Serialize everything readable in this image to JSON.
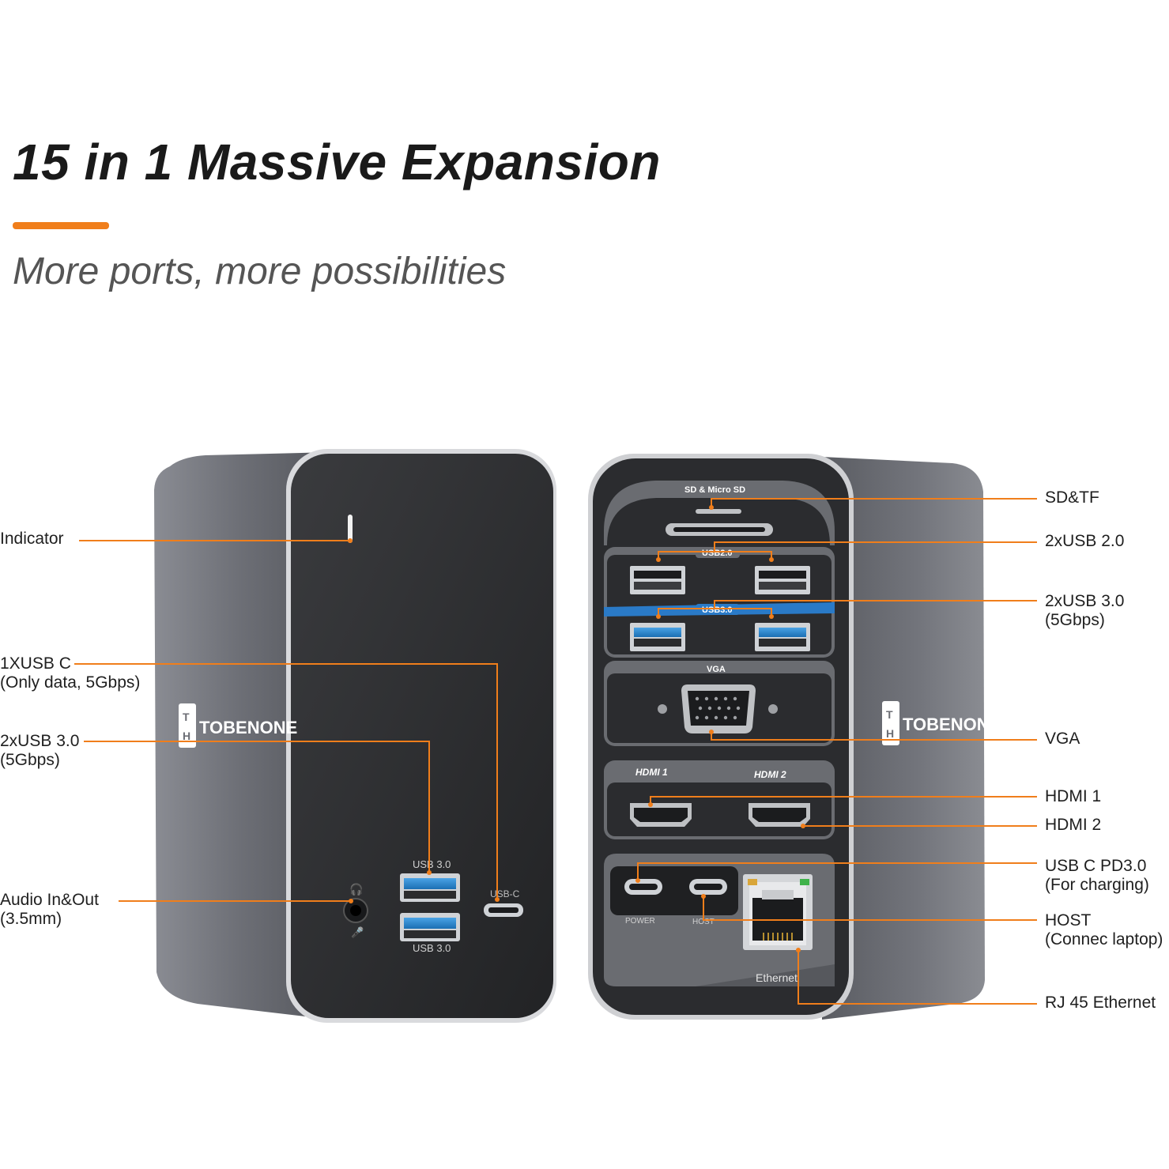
{
  "header": {
    "title": "15 in 1 Massive Expansion",
    "subtitle": "More ports, more possibilities"
  },
  "colors": {
    "accent": "#F07E1B",
    "body_gray": "#6E7077",
    "panel_dark": "#2A2B2E"
  },
  "brand": {
    "logo_text": "TOBENONE"
  },
  "device_left": {
    "usb_top_label": "USB 3.0",
    "usb_bottom_label": "USB 3.0",
    "usbc_label": "USB-C"
  },
  "device_right": {
    "sd_label": "SD & Micro SD",
    "usb2_label": "USB2.0",
    "usb3_label": "USB3.0",
    "vga_label": "VGA",
    "hdmi1_label": "HDMI 1",
    "hdmi2_label": "HDMI 2",
    "power_label": "POWER",
    "host_label": "HOST",
    "ethernet_label": "Ethernet"
  },
  "callouts_left": {
    "indicator": "Indicator",
    "usbc_line1": "1XUSB C",
    "usbc_line2": "(Only data, 5Gbps)",
    "usb3_line1": "2xUSB 3.0",
    "usb3_line2": "(5Gbps)",
    "audio_line1": "Audio In&Out",
    "audio_line2": "(3.5mm)"
  },
  "callouts_right": {
    "sdtf": "SD&TF",
    "usb2": "2xUSB 2.0",
    "usb3_line1": "2xUSB 3.0",
    "usb3_line2": "(5Gbps)",
    "vga": "VGA",
    "hdmi1": "HDMI 1",
    "hdmi2": "HDMI 2",
    "pd_line1": "USB C PD3.0",
    "pd_line2": "(For charging)",
    "host_line1": "HOST",
    "host_line2": "(Connec laptop)",
    "rj45": "RJ 45 Ethernet"
  }
}
